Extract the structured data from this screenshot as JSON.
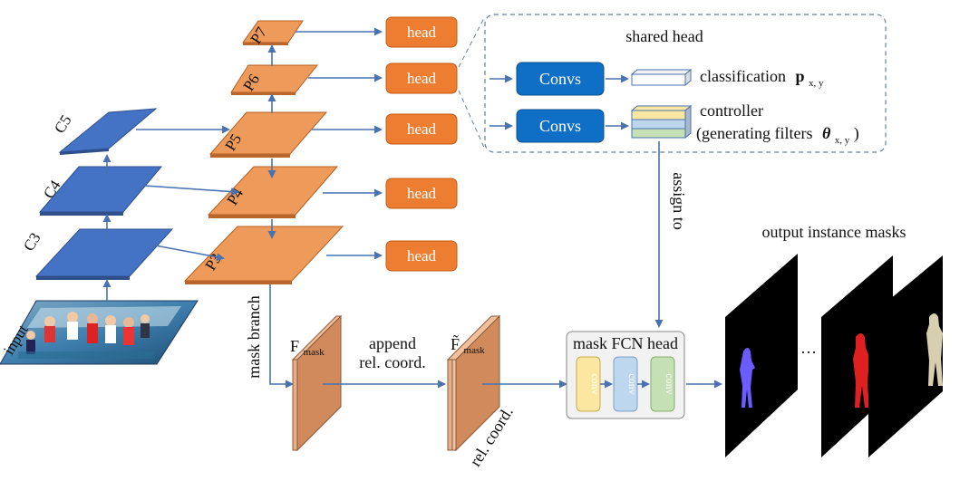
{
  "labels": {
    "input": "input",
    "c5": "C5",
    "c4": "C4",
    "c3": "C3",
    "p7": "P7",
    "p6": "P6",
    "p5": "P5",
    "p4": "P4",
    "p3": "P3",
    "head": "head",
    "shared_head": "shared head",
    "convs": "Convs",
    "classification": "classification",
    "classification_p": "p",
    "classification_sub": "x, y",
    "controller": "controller",
    "generating_filters": "(generating filters",
    "theta": "θ",
    "theta_sub": "x, y",
    "close_paren": ")",
    "assign_to": "assign to",
    "mask_branch": "mask branch",
    "f": "F",
    "f_tilde": "F̃",
    "mask_sub": "mask",
    "append": "append",
    "rel_coord": "rel. coord.",
    "rel_coord_side": "rel. coord.",
    "mask_fcn_head": "mask FCN head",
    "conv": "conv",
    "output_instance_masks": "output instance masks",
    "ellipsis": "…"
  },
  "colors": {
    "c_level_fill": "#4472c4",
    "p_level_fill": "#ed9a5a",
    "head_fill": "#ed7d31",
    "convs_fill": "#0f6fc6",
    "arrow": "#4a72b0",
    "mask_feature": "#d08a5c",
    "conv_yellow": "#fbe7a1",
    "conv_blue": "#bdd7ee",
    "conv_green": "#c5e0b4",
    "mask_person_blue": "#6a5cff",
    "mask_person_red": "#e02020",
    "mask_person_beige": "#d8cfb0"
  }
}
